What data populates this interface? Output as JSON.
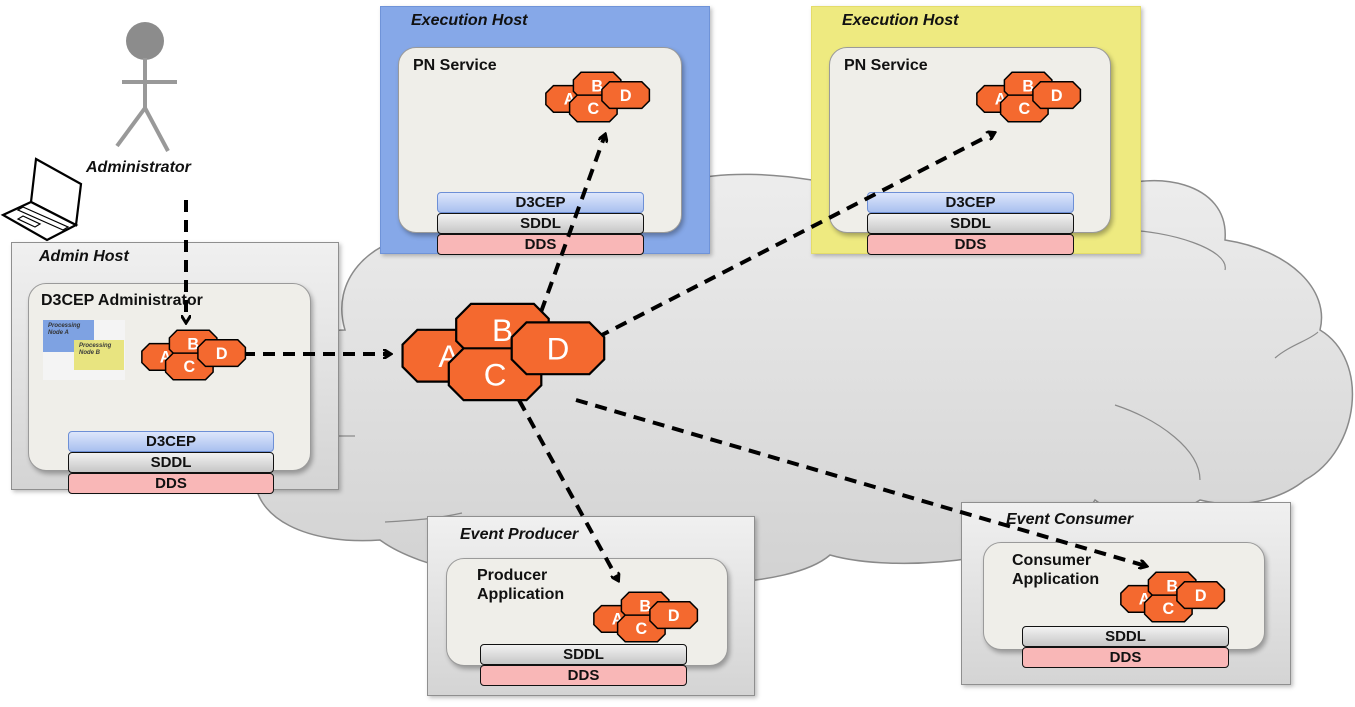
{
  "actor": {
    "label": "Administrator",
    "icon": "stick-figure-icon"
  },
  "laptop": {
    "icon": "laptop-icon"
  },
  "cloud": {
    "icon": "network-cloud-icon",
    "fill": "#e0e0e0"
  },
  "node_color": "#f4692f",
  "layers": {
    "d3cep": "D3CEP",
    "sddl": "SDDL",
    "dds": "DDS"
  },
  "nodes": [
    "A",
    "B",
    "C",
    "D"
  ],
  "admin_host": {
    "label": "Admin Host",
    "service": "D3CEP Administrator",
    "thumbnails": [
      "Processing Node A",
      "Processing Node B"
    ],
    "layers": [
      "D3CEP",
      "SDDL",
      "DDS"
    ]
  },
  "execution_hosts": [
    {
      "label": "Execution Host",
      "color": "#86a8e8",
      "service": "PN Service",
      "layers": [
        "D3CEP",
        "SDDL",
        "DDS"
      ]
    },
    {
      "label": "Execution Host",
      "color": "#eeea80",
      "service": "PN Service",
      "layers": [
        "D3CEP",
        "SDDL",
        "DDS"
      ]
    }
  ],
  "event_producer": {
    "label": "Event Producer",
    "service_line1": "Producer",
    "service_line2": "Application",
    "layers": [
      "SDDL",
      "DDS"
    ]
  },
  "event_consumer": {
    "label": "Event Consumer",
    "service_line1": "Consumer",
    "service_line2": "Application",
    "layers": [
      "SDDL",
      "DDS"
    ]
  }
}
